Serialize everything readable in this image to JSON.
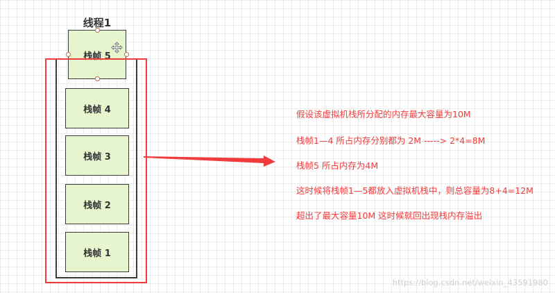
{
  "diagram": {
    "thread_title": "线程1",
    "frames": [
      {
        "label": "栈帧 5",
        "state": "selected-overflowing"
      },
      {
        "label": "栈帧 4"
      },
      {
        "label": "栈帧 3"
      },
      {
        "label": "栈帧 2"
      },
      {
        "label": "栈帧 1"
      }
    ],
    "selection_icon": "move-icon",
    "notes": [
      "假设该虚拟机栈所分配的内存最大容量为10M",
      "栈帧1—4 所占内存分别都为 2M -----> 2*4=8M",
      "栈帧5 所占内存为4M",
      "这时候将栈帧1—5都放入虚拟机栈中，则总容量为8+4=12M",
      "超出了最大容量10M 这时候就回出现栈内存溢出"
    ],
    "colors": {
      "frame_fill": "#e6f5cd",
      "frame_border": "#3a3a3a",
      "highlight_red": "#f03c3c",
      "note_text": "#f23c3c",
      "grid": "#ececec"
    }
  },
  "watermark": "https://blog.csdn.net/weixin_43591980"
}
